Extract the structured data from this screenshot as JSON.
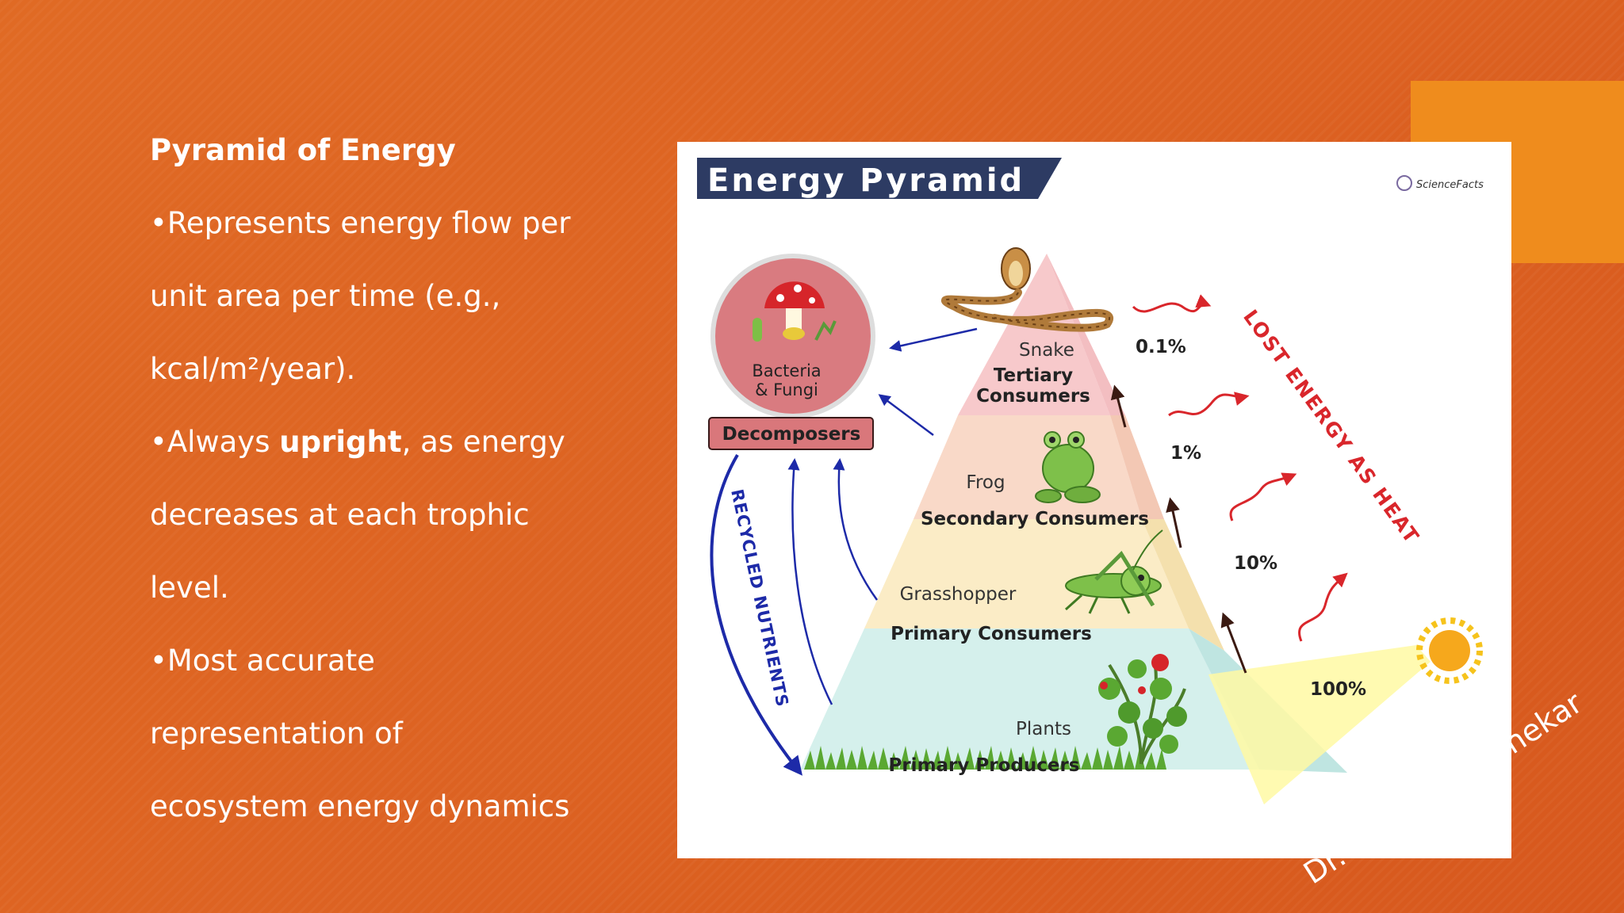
{
  "slide": {
    "heading": "Pyramid of Energy",
    "lines": [
      {
        "text": "•Represents energy flow per"
      },
      {
        "text": "unit area per time (e.g.,"
      },
      {
        "text": "kcal/m²/year)."
      },
      {
        "prefix": "•Always ",
        "bold": "upright",
        "suffix": ", as energy"
      },
      {
        "text": "decreases at each trophic"
      },
      {
        "text": "level."
      },
      {
        "text": "•Most accurate"
      },
      {
        "text": "representation of"
      },
      {
        "text": "ecosystem energy dynamics"
      }
    ],
    "watermark_left": "Dr. Vi",
    "watermark_right": "nekar"
  },
  "colors": {
    "background": "#df6323",
    "accent_box": "#ef8c1d",
    "title_banner": "#2d3b63",
    "decomposer_circle": "#d97b80",
    "decomposer_label_bg": "#d9777b",
    "arrow_blue": "#1d2aa8",
    "arrow_red": "#d9262b",
    "tier_tertiary": "#f7c9cb",
    "tier_secondary": "#f9d9c8",
    "tier_primary": "#fbecc6",
    "tier_producers": "#d5f0ec",
    "sunlight": "#fff9a3",
    "sun": "#f6a81c"
  },
  "diagram": {
    "title": "Energy Pyramid",
    "brand": "ScienceFacts",
    "decomposers": {
      "circle_label_1": "Bacteria",
      "circle_label_2": "& Fungi",
      "label": "Decomposers"
    },
    "recycled_label": "RECYCLED NUTRIENTS",
    "lost_label": "LOST ENERGY AS HEAT",
    "tiers": [
      {
        "organism": "Snake",
        "level_1": "Tertiary",
        "level_2": "Consumers",
        "percent": "0.1%",
        "icon": "snake-icon"
      },
      {
        "organism": "Frog",
        "level_1": "Secondary Consumers",
        "percent": "1%",
        "icon": "frog-icon"
      },
      {
        "organism": "Grasshopper",
        "level_1": "Primary Consumers",
        "percent": "10%",
        "icon": "grasshopper-icon"
      },
      {
        "organism": "Plants",
        "level_1": "Primary Producers",
        "percent": "100%",
        "icon": "plant-icon"
      }
    ]
  }
}
